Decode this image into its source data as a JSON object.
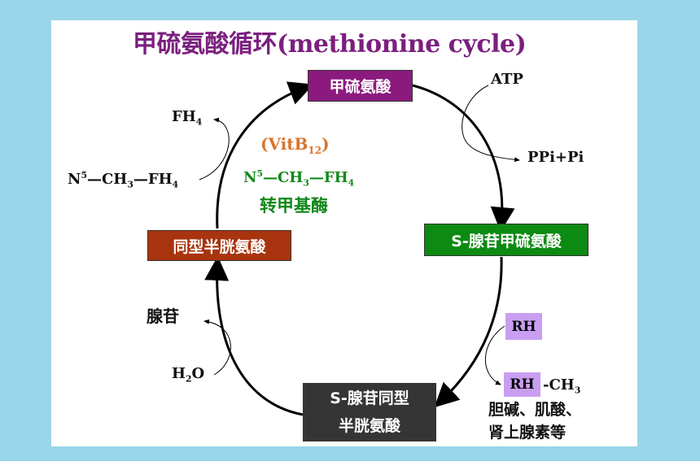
{
  "title": "甲硫氨酸循环(methionine cycle)",
  "nodes": {
    "methionine": "甲硫氨酸",
    "sam": "S-腺苷甲硫氨酸",
    "homocysteine": "同型半胱氨酸",
    "sah_line1": "S-腺苷同型",
    "sah_line2": "半胱氨酸"
  },
  "labels": {
    "atp": "ATP",
    "ppi": "PPi+Pi",
    "fh4_left": "FH",
    "fh4_left_sub": "4",
    "n5_left_prefix": "N",
    "n5_left_sup": "5",
    "n5_left_mid": "—CH",
    "n5_left_sub1": "3",
    "n5_left_tail": "—FH",
    "n5_left_sub2": "4",
    "vit_prefix": "(VitB",
    "vit_sub": "12",
    "vit_suffix": ")",
    "n5_green_prefix": "N",
    "n5_green_sup": "5",
    "n5_green_mid": "—CH",
    "n5_green_sub1": "3",
    "n5_green_tail": "—FH",
    "n5_green_sub2": "4",
    "enzyme": "转甲基酶",
    "adenosine": "腺苷",
    "h2o_h": "H",
    "h2o_sub": "2",
    "h2o_o": "O",
    "rh_top": "RH",
    "rh_bottom": "RH",
    "ch3_prefix": "-CH",
    "ch3_sub": "3",
    "products_line1": "胆碱、肌酸、",
    "products_line2": "肾上腺素等"
  },
  "colors": {
    "background": "#9ad6e9",
    "title": "#7b1f7f",
    "methionine_box": "#8b1a7e",
    "sam_box": "#0d8a12",
    "homocysteine_box": "#a8340f",
    "sah_box": "#353535",
    "rh_box": "#c99ef0",
    "vitamin": "#d9742c",
    "enzyme": "#12881a"
  }
}
